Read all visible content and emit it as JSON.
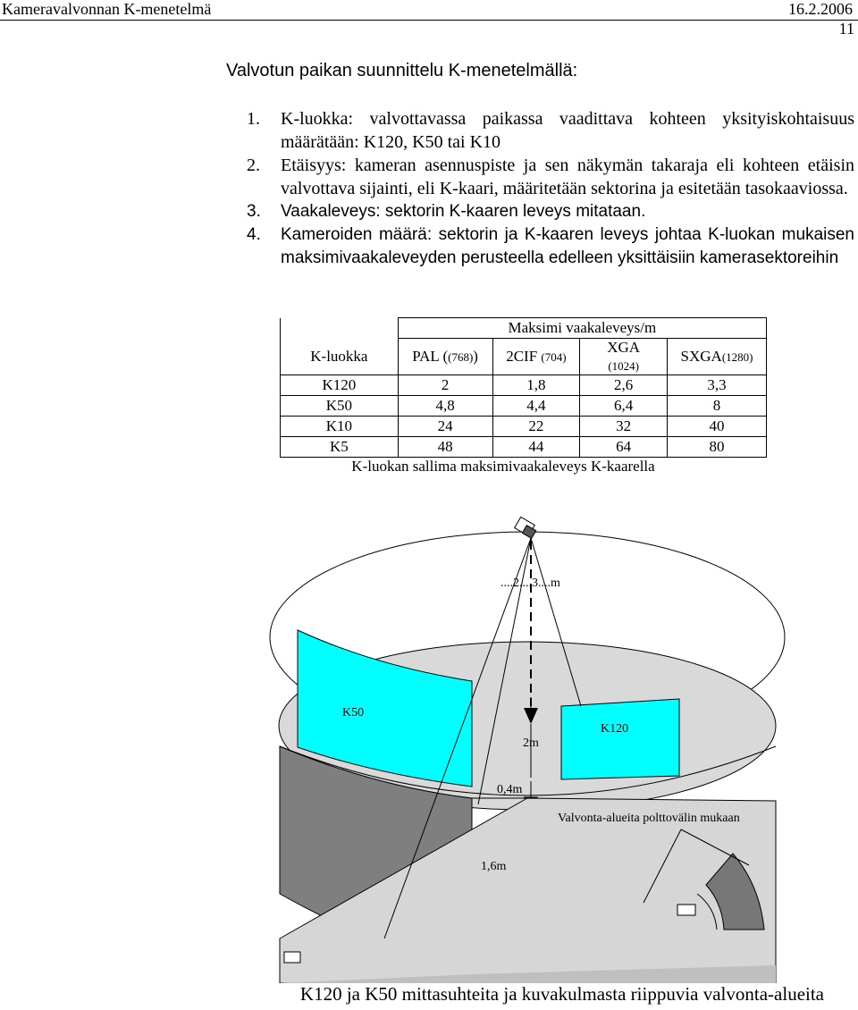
{
  "header": {
    "left": "Kameravalvonnan K-menetelmä",
    "right": "16.2.2006",
    "page": "11"
  },
  "heading": "Valvotun paikan suunnittelu K-menetelmällä:",
  "list": [
    {
      "num": "1.",
      "text": "K-luokka: valvottavassa paikassa vaadittava kohteen yksityiskohtaisuus määrätään: K120, K50 tai K10"
    },
    {
      "num": "2.",
      "text": "Etäisyys: kameran asennuspiste ja sen näkymän takaraja eli kohteen etäisin valvottava sijainti, eli K-kaari, määritetään sektorina ja esitetään tasokaaviossa."
    },
    {
      "num": "3.",
      "text": "Vaakaleveys: sektorin K-kaaren leveys mitataan."
    },
    {
      "num": "4.",
      "text": "Kameroiden määrä: sektorin ja K-kaaren leveys johtaa K-luokan mukaisen maksimivaakaleveyden perusteella edelleen yksittäisiin kamerasektoreihin"
    }
  ],
  "table": {
    "corner": "K-luokka",
    "group_header": "Maksimi vaakaleveys/m",
    "columns": [
      {
        "name": "PAL",
        "res": "(768)"
      },
      {
        "name": "2CIF",
        "res": "(704)"
      },
      {
        "name": "XGA",
        "res": "(1024)"
      },
      {
        "name": "SXGA",
        "res": "(1280)"
      }
    ],
    "rows": [
      {
        "k": "K120",
        "values": [
          "2",
          "1,8",
          "2,6",
          "3,3"
        ]
      },
      {
        "k": "K50",
        "values": [
          "4,8",
          "4,4",
          "6,4",
          "8"
        ]
      },
      {
        "k": "K10",
        "values": [
          "24",
          "22",
          "32",
          "40"
        ]
      },
      {
        "k": "K5",
        "values": [
          "48",
          "44",
          "64",
          "80"
        ]
      }
    ],
    "caption": "K-luokan sallima maksimivaakaleveys K-kaarella"
  },
  "diagram": {
    "distance_label": "....2....3....m",
    "k50_label": "K50",
    "k120_label": "K120",
    "height_2m": "2m",
    "height_04m": "0,4m",
    "height_16m": "1,6m",
    "focal_label": "Valvonta-alueita polttovälin mukaan",
    "colors": {
      "cyan": "#00ffff",
      "grey_disc": "#d9d9d9",
      "grey_wall": "#7f7f7f",
      "dark_sector": "#777777"
    }
  },
  "footer": "K120 ja K50 mittasuhteita ja kuvakulmasta riippuvia valvonta-alueita"
}
